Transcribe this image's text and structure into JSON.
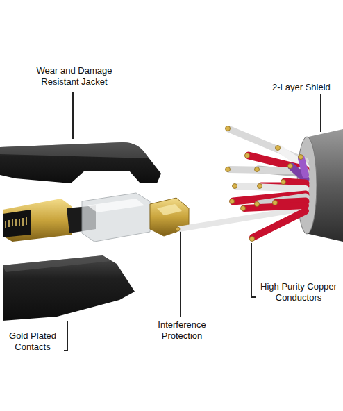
{
  "diagram": {
    "labels": [
      "Wear and Damage Resistant Jacket",
      "2-Layer Shield",
      "High Purity Copper Conductors",
      "Gold Plated Contacts",
      "Interference Protection"
    ]
  }
}
